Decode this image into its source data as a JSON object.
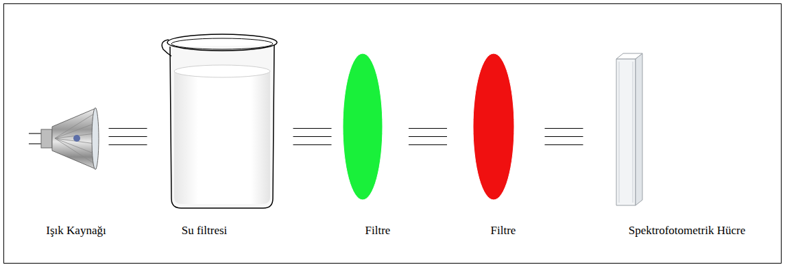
{
  "diagram": {
    "nodes": [
      {
        "text": [
          "Işık Kaynağı"
        ]
      },
      {
        "text": [
          "Su filtresi"
        ]
      },
      {
        "text": [
          "Filtre"
        ]
      },
      {
        "text": [
          "Filtre"
        ]
      },
      {
        "text": [
          "Spektrofotometrik Hücre"
        ]
      }
    ],
    "edges": [
      {
        "from": 0,
        "to": 1,
        "arrow": "none"
      },
      {
        "from": 1,
        "to": 2,
        "arrow": "none"
      },
      {
        "from": 2,
        "to": 3,
        "arrow": "none"
      },
      {
        "from": 3,
        "to": 4,
        "arrow": "none"
      }
    ]
  }
}
